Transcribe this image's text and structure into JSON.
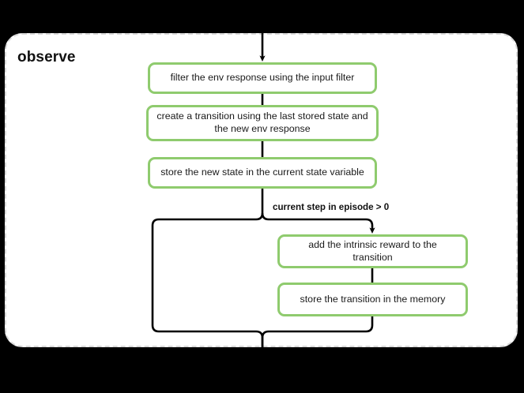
{
  "diagram": {
    "type": "flowchart",
    "background_color": "#000000",
    "group": {
      "title": "observe",
      "border_style": "dashed",
      "border_color": "#d9d9d9",
      "fill_color": "#ffffff"
    },
    "node_style": {
      "border_color": "#8fcb6e",
      "fill_color": "#ffffff",
      "text_color": "#1a1a1a"
    },
    "edge_color": "#000000",
    "nodes": [
      {
        "id": "filter",
        "label": "filter the env response using the input filter"
      },
      {
        "id": "create",
        "label": "create a transition using the last stored state and the new env response"
      },
      {
        "id": "store_state",
        "label": "store the new state in the current state variable"
      },
      {
        "id": "intrinsic",
        "label": "add the intrinsic reward to the transition"
      },
      {
        "id": "store_mem",
        "label": "store the transition in the memory"
      }
    ],
    "edges": [
      {
        "from": "entry",
        "to": "filter",
        "label": ""
      },
      {
        "from": "filter",
        "to": "create",
        "label": ""
      },
      {
        "from": "create",
        "to": "store_state",
        "label": ""
      },
      {
        "from": "store_state",
        "to": "intrinsic",
        "label": "current step in episode > 0"
      },
      {
        "from": "store_state",
        "to": "merge",
        "label": ""
      },
      {
        "from": "intrinsic",
        "to": "store_mem",
        "label": ""
      },
      {
        "from": "store_mem",
        "to": "merge",
        "label": ""
      },
      {
        "from": "merge",
        "to": "exit",
        "label": ""
      }
    ],
    "branch_label": "current step in episode > 0"
  }
}
